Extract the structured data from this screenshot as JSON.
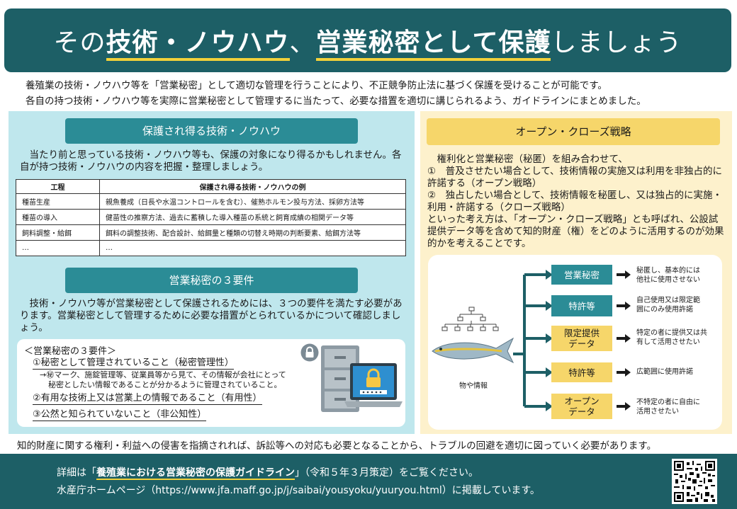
{
  "banner": {
    "pre": "その",
    "hl1": "技術・ノウハウ",
    "mid": "、",
    "hl2": "営業秘密として保護",
    "post": "しましょう"
  },
  "intro": {
    "line1": "養殖業の技術・ノウハウ等を「営業秘密」として適切な管理を行うことにより、不正競争防止法に基づく保護を受けることが可能です。",
    "line2": "各自の持つ技術・ノウハウ等を実際に営業秘密として管理するに当たって、必要な措置を適切に講じられるよう、ガイドラインにまとめました。"
  },
  "left": {
    "pill1": "保護され得る技術・ノウハウ",
    "para1": "　当たり前と思っている技術・ノウハウ等も、保護の対象になり得るかもしれません。各自が持つ技術・ノウハウの内容を把握・整理しましょう。",
    "table": {
      "headers": [
        "工程",
        "保護され得る技術・ノウハウの例"
      ],
      "rows": [
        [
          "種苗生産",
          "親魚養成（日長や水温コントロールを含む）、催熟ホルモン投与方法、採卵方法等"
        ],
        [
          "種苗の導入",
          "健苗性の推察方法、過去に蓄積した導入種苗の系統と飼育成績の相関データ等"
        ],
        [
          "飼料調整・給餌",
          "餌料の調整技術、配合設計、給餌量と種類の切替え時期の判断要素、給餌方法等"
        ],
        [
          "…",
          "…"
        ]
      ]
    },
    "pill2": "営業秘密の３要件",
    "para2": "　技術・ノウハウ等が営業秘密として保護されるためには、３つの要件を満たす必要があります。営業秘密として管理するために必要な措置がとられているかについて確認しましょう。",
    "req": {
      "title": "＜営業秘密の３要件＞",
      "item1": "①秘密として管理されていること（秘密管理性）",
      "sub1": "→㊙マーク、施錠管理等、従業員等から見て、その情報が会社にとって",
      "sub2": "秘密としたい情報であることが分かるように管理されていること。",
      "item2": "②有用な技術上又は営業上の情報であること（有用性）",
      "item3": "③公然と知られていないこと（非公知性）"
    }
  },
  "right": {
    "pill": "オープン・クローズ戦略",
    "para1": "　権利化と営業秘密（秘匿）を組み合わせて、",
    "para2": "①　普及させたい場合として、技術情報の実施又は利用を非独占的に許諾する（オープン戦略）",
    "para3": "②　独占したい場合として、技術情報を秘匿し、又は独占的に実施・利用・許諾する（クローズ戦略）",
    "para4": "といった考え方は、「オープン・クローズ戦略」とも呼ばれ、公設試提供データ等を含めて知的財産（権）をどのように活用するのが効果的かを考えることです。",
    "diagram": {
      "source_label": "物や情報",
      "boxes": [
        {
          "l1": "営業秘密",
          "l2": "",
          "desc1": "秘匿し、基本的には",
          "desc2": "他社に使用させない"
        },
        {
          "l1": "特許等",
          "l2": "",
          "desc1": "自己使用又は限定範",
          "desc2": "囲にのみ使用許諾"
        },
        {
          "l1": "限定提供",
          "l2": "データ",
          "desc1": "特定の者に提供又は共",
          "desc2": "有して活用させたい"
        },
        {
          "l1": "特許等",
          "l2": "",
          "desc1": "広範囲に使用許諾",
          "desc2": ""
        },
        {
          "l1": "オープン",
          "l2": "データ",
          "desc1": "不特定の者に自由に",
          "desc2": "活用させたい"
        }
      ]
    }
  },
  "bottom_note": "知的財産に関する権利・利益への侵害を指摘されれば、訴訟等への対応も必要となることから、トラブルの回避を適切に図っていく必要があります。",
  "footer": {
    "pre": "詳細は「",
    "link": "養殖業における営業秘密の保護ガイドライン",
    "post": "」（令和５年３月策定）をご覧ください。",
    "line2": "水産庁ホームページ（https://www.jfa.maff.go.jp/j/saibai/yousyoku/yuuryou.html）に掲載しています。"
  }
}
